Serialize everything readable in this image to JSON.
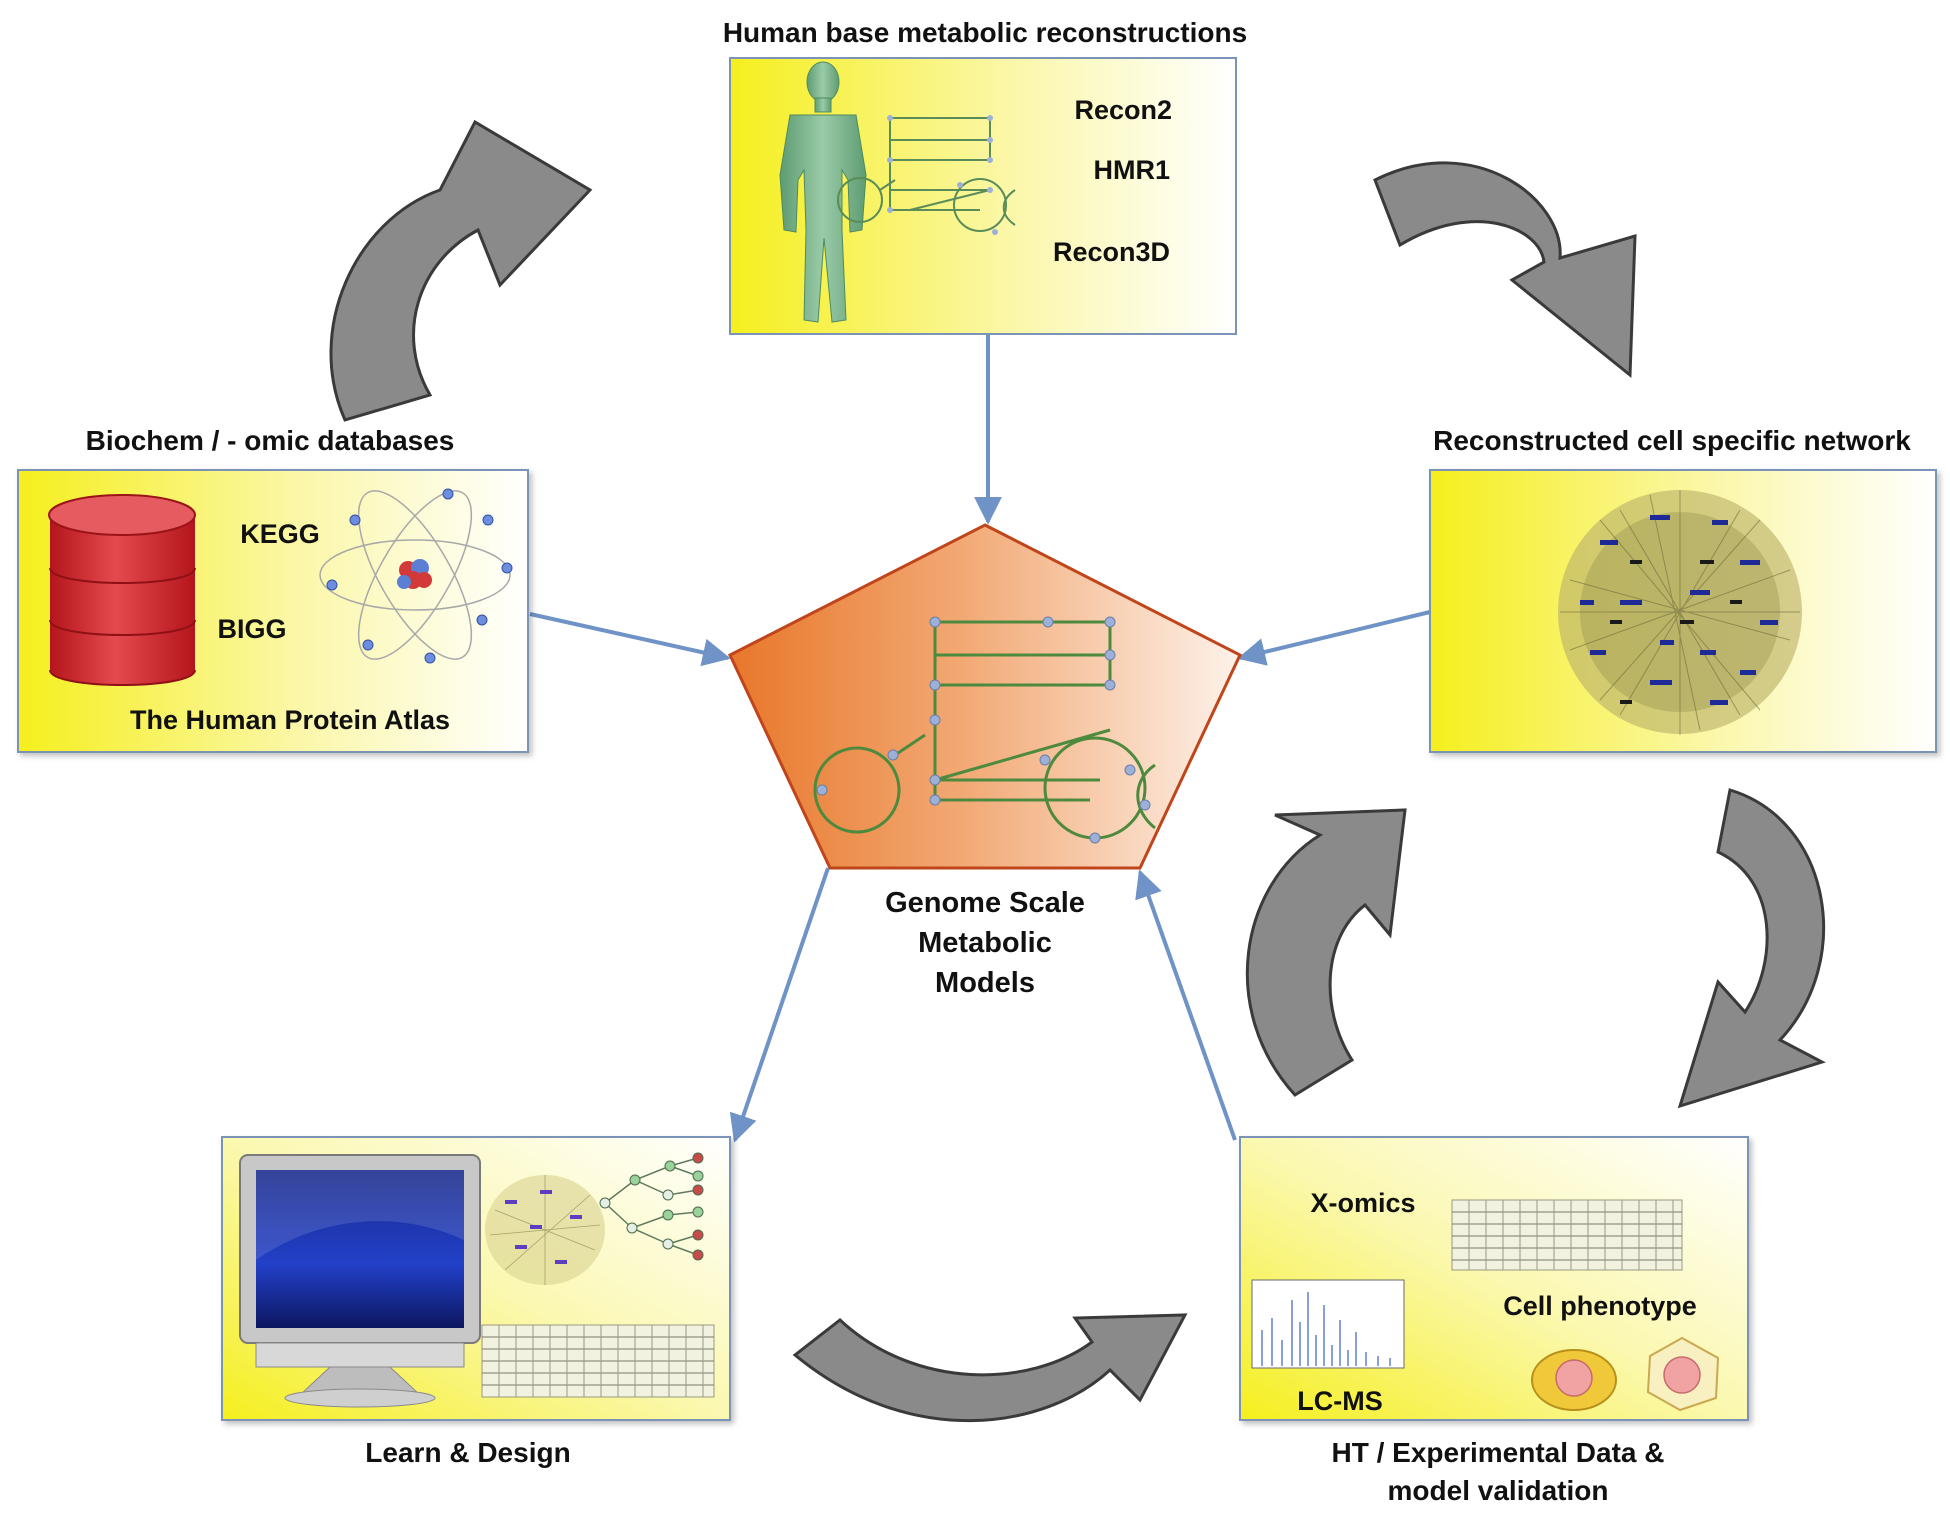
{
  "nodes": {
    "top": {
      "title": "Human base metabolic reconstructions",
      "items": [
        "Recon2",
        "HMR1",
        "Recon3D"
      ]
    },
    "left": {
      "title": "Biochem / - omic databases",
      "items": [
        "KEGG",
        "BIGG",
        "The Human Protein Atlas"
      ]
    },
    "right": {
      "title": "Reconstructed cell specific network"
    },
    "center": {
      "title_lines": [
        "Genome Scale",
        "Metabolic",
        "Models"
      ]
    },
    "bottom_left": {
      "title": "Learn & Design"
    },
    "bottom_right": {
      "title_lines": [
        "HT / Experimental Data &",
        "model validation"
      ],
      "items": [
        "X-omics",
        "Cell phenotype",
        "LC-MS"
      ]
    }
  },
  "colors": {
    "panel_gradient_start": "#f5ef1e",
    "panel_border": "#7b93b8",
    "connector": "#6f93c6",
    "cycle_arrow": "#8a8a8a",
    "pentagon_start": "#e8772a",
    "pentagon_end": "#fdf2ea",
    "database": "#d7232a"
  },
  "icons": [
    "human-figure-icon",
    "database-cylinder-icon",
    "atom-icon",
    "network-hairball-icon",
    "monitor-icon",
    "data-matrix-icon",
    "spectrum-icon",
    "cell-icon"
  ]
}
